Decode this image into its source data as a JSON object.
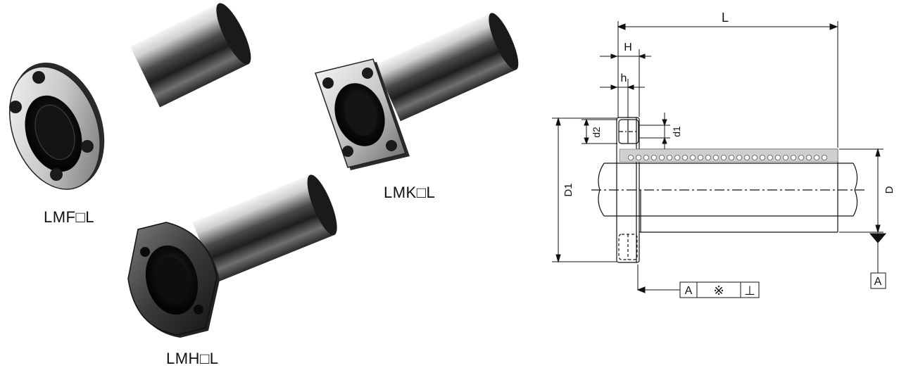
{
  "products": [
    {
      "id": "lmf",
      "label": "LMF□L"
    },
    {
      "id": "lmk",
      "label": "LMK□L"
    },
    {
      "id": "lmh",
      "label": "LMH□L"
    }
  ],
  "drawing": {
    "dimensions": {
      "overall_length": "L",
      "flange_thickness": "H",
      "counterbore_depth": "h",
      "counterbore_diameter": "d2",
      "bolt_hole_diameter": "d1",
      "flange_diameter": "D1",
      "outer_diameter": "D"
    },
    "datum": "A",
    "tolerance_frame": {
      "datum_ref": "A",
      "value": "※",
      "symbol": "⊥"
    }
  }
}
